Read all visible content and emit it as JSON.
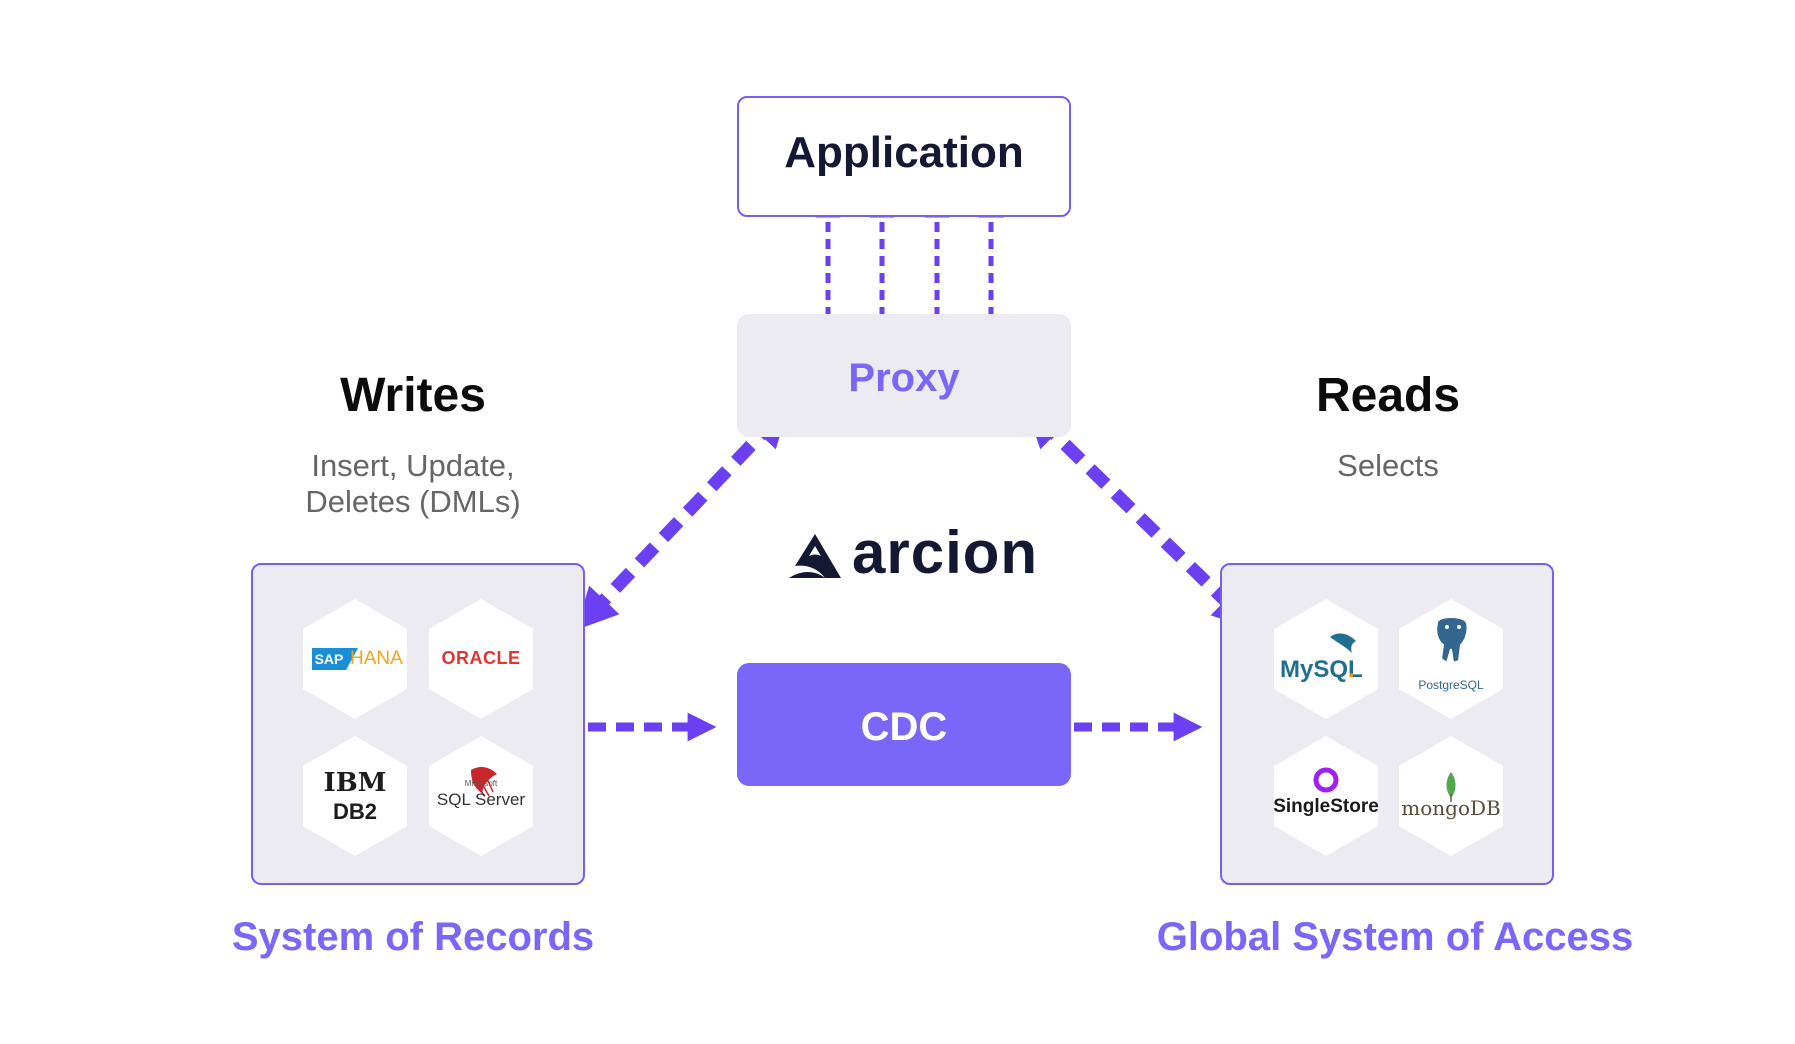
{
  "application_label": "Application",
  "proxy_label": "Proxy",
  "cdc_label": "CDC",
  "brand_name": "arcion",
  "writes": {
    "heading": "Writes",
    "line1": "Insert, Update,",
    "line2": "Deletes (DMLs)"
  },
  "reads": {
    "heading": "Reads",
    "subtitle": "Selects"
  },
  "system_of_records": "System of Records",
  "global_system_of_access": "Global System of Access",
  "source_databases": [
    {
      "name": "SAP HANA",
      "icon": "sap-hana-logo-icon",
      "part1": "SAP",
      "part2": "HANA"
    },
    {
      "name": "ORACLE",
      "icon": "oracle-logo-icon",
      "text": "ORACLE"
    },
    {
      "name": "IBM DB2",
      "icon": "ibm-db2-logo-icon",
      "part1": "IBM",
      "part2": "DB2"
    },
    {
      "name": "SQL Server",
      "icon": "sql-server-logo-icon",
      "part1": "Microsoft",
      "part2": "SQL Server"
    }
  ],
  "target_databases": [
    {
      "name": "MySQL",
      "icon": "mysql-logo-icon",
      "part1": "MySQL",
      "part2": "."
    },
    {
      "name": "PostgreSQL",
      "icon": "postgresql-logo-icon",
      "text": "PostgreSQL"
    },
    {
      "name": "SingleStore",
      "icon": "singlestore-logo-icon",
      "text": "SingleStore"
    },
    {
      "name": "mongoDB",
      "icon": "mongodb-logo-icon",
      "text": "mongoDB"
    }
  ],
  "colors": {
    "accent": "#7a66f8",
    "arrow": "#6a40f2",
    "border": "#7b5cf5",
    "panel": "#ecebf1",
    "dark": "#141833"
  }
}
